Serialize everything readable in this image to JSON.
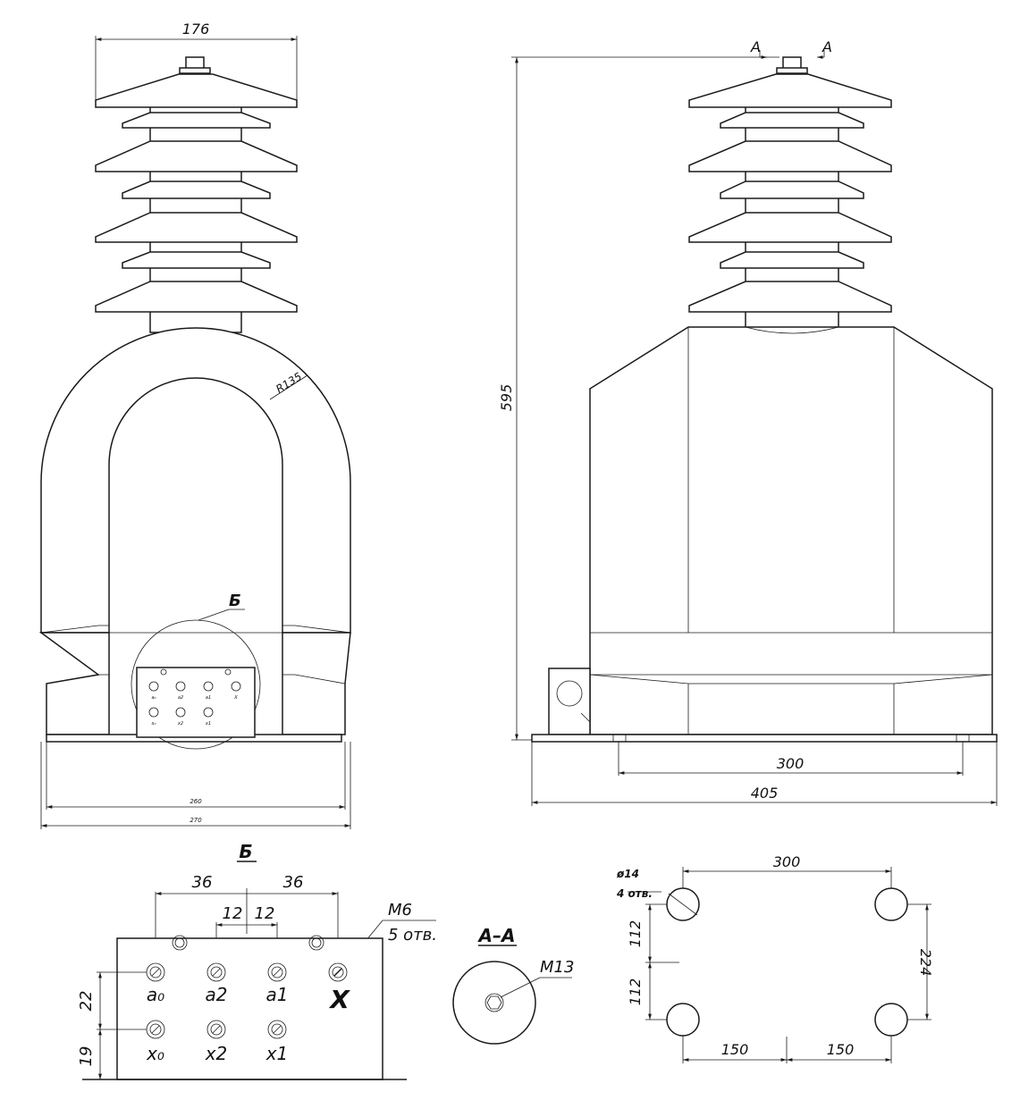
{
  "front_view": {
    "dim_top_width": "176",
    "dim_radius": "R135",
    "dim_base_inner": "260",
    "dim_base_outer": "270",
    "detail_marker": "Б",
    "terminal_labels_top": [
      "a₀",
      "a2",
      "a1",
      "X"
    ],
    "terminal_labels_bottom": [
      "x₀",
      "x2",
      "x1"
    ]
  },
  "side_view": {
    "section_marker_left": "A",
    "section_marker_right": "A",
    "dim_height": "595",
    "dim_mount_spacing": "300",
    "dim_base_length": "405"
  },
  "detail_b": {
    "title": "Б",
    "dim_left_36": "36",
    "dim_right_36": "36",
    "dim_left_12": "12",
    "dim_right_12": "12",
    "thread_label": "M6",
    "holes_label": "5 отв.",
    "dim_vertical_22": "22",
    "dim_vertical_19": "19",
    "terminals_top": [
      "a₀",
      "a2",
      "a1",
      "X"
    ],
    "terminals_bottom": [
      "x₀",
      "x2",
      "x1"
    ]
  },
  "section_aa": {
    "title": "А–А",
    "thread_label": "M13"
  },
  "base_plan": {
    "dim_hole_diameter": "ø14",
    "holes_label": "4 отв.",
    "dim_top_300": "300",
    "dim_vertical_112_top": "112",
    "dim_vertical_112_bottom": "112",
    "dim_vertical_224": "224",
    "dim_bottom_150_left": "150",
    "dim_bottom_150_right": "150"
  }
}
